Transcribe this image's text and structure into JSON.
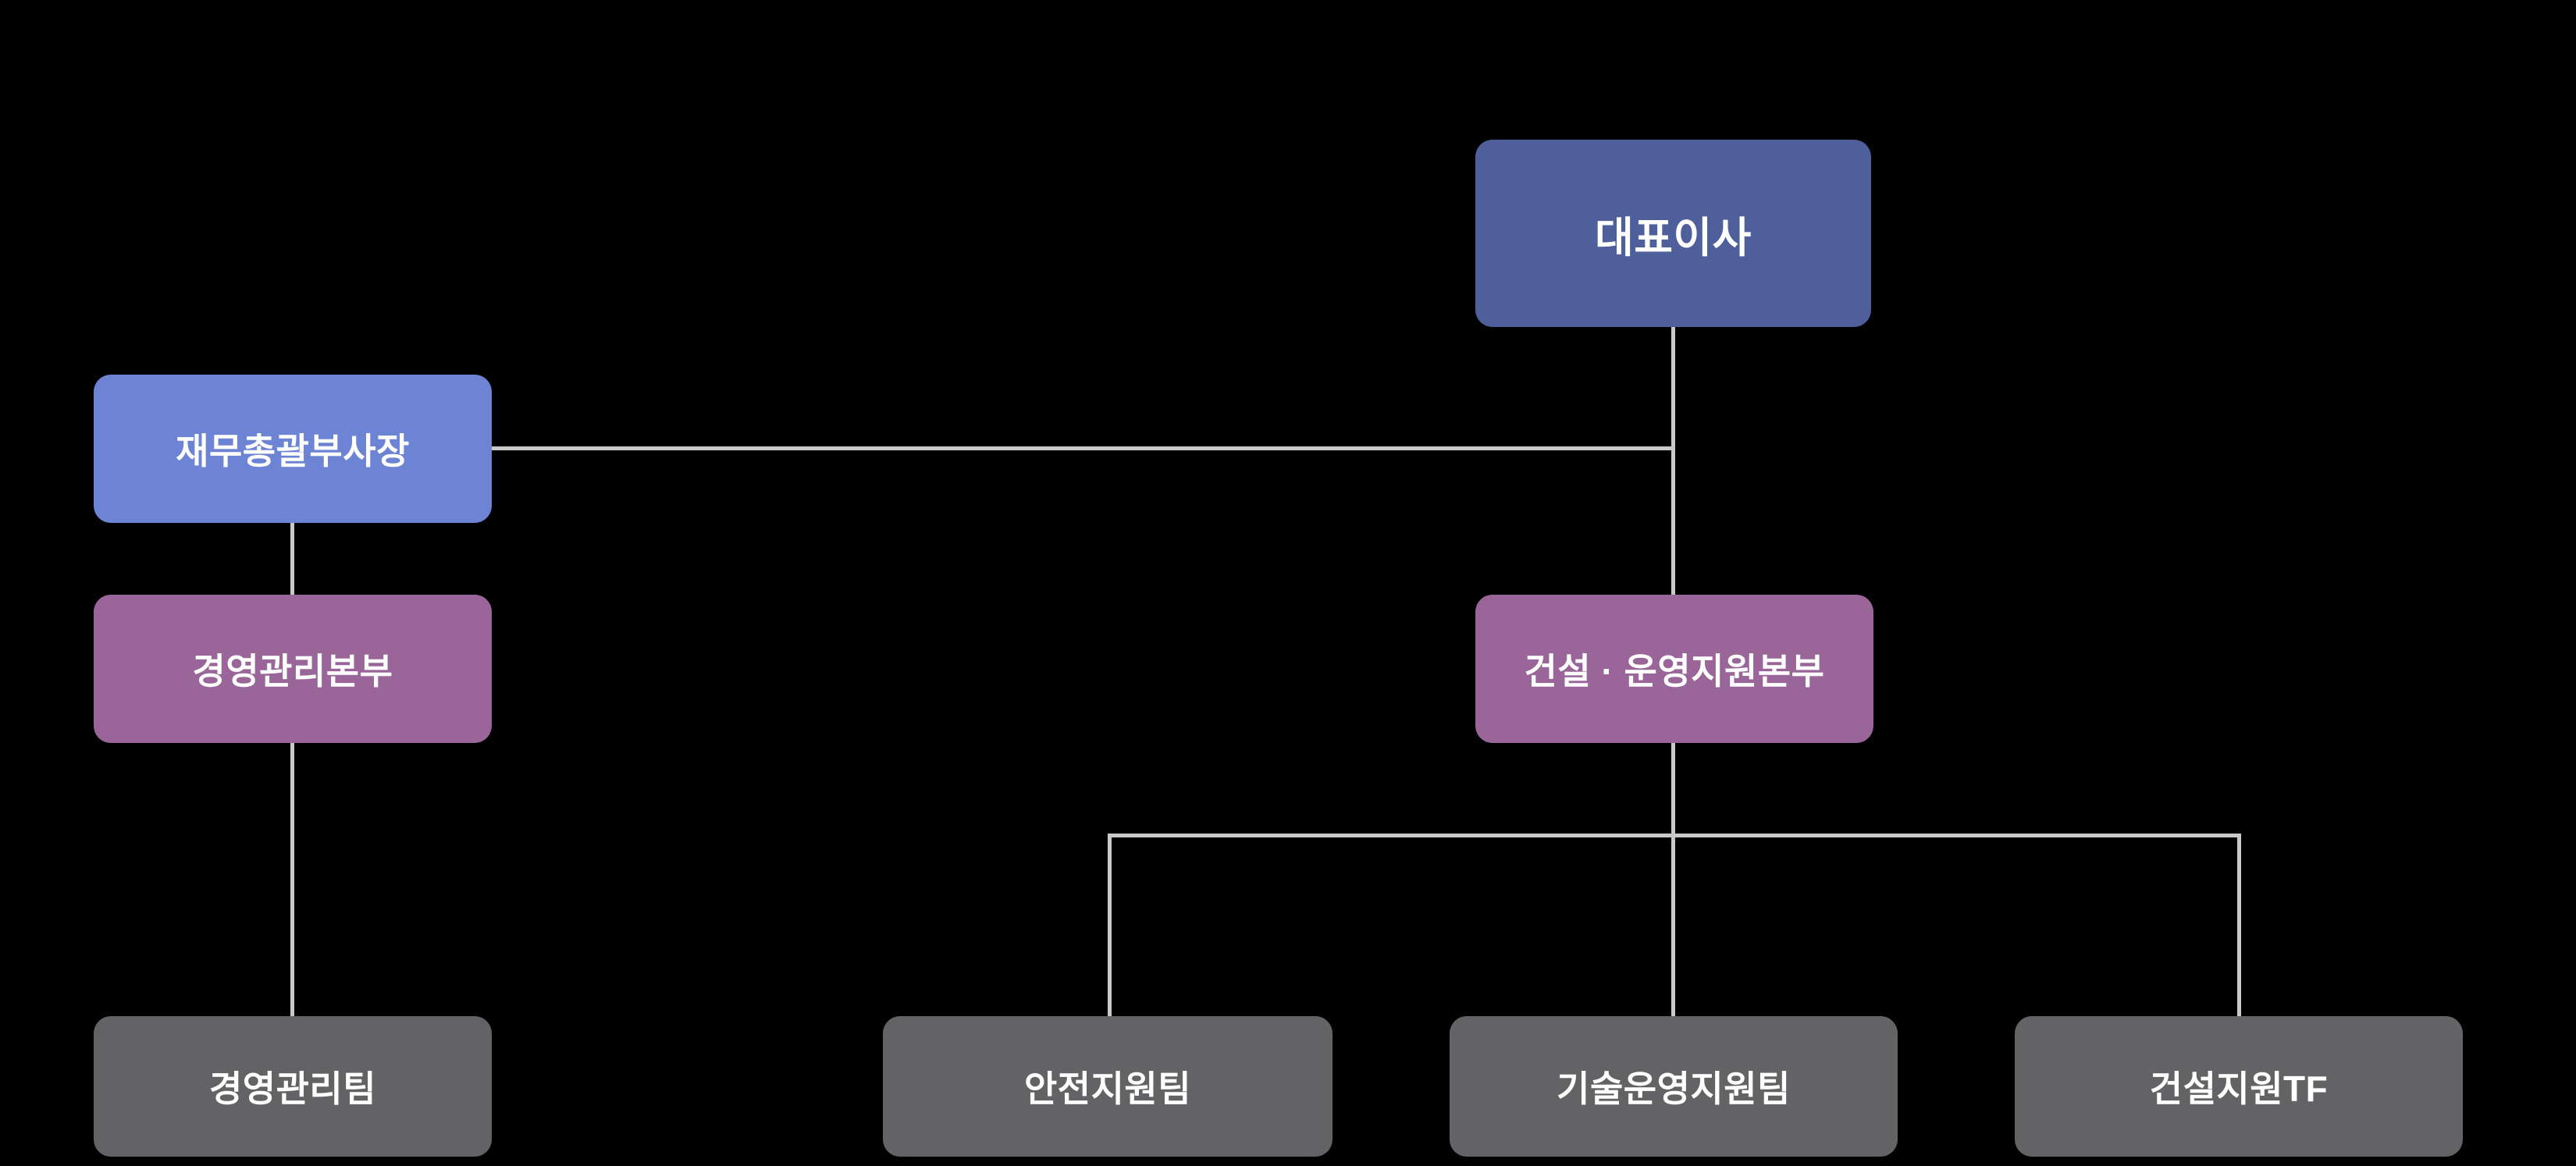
{
  "diagram": {
    "type": "org-chart",
    "background_color": "#000000",
    "connector_color": "#C9C9C9",
    "text_color": "#FFFFFF",
    "nodes": {
      "ceo": {
        "label": "대표이사",
        "color": "#4E5F9C",
        "level": 1
      },
      "cfo": {
        "label": "재무총괄부사장",
        "color": "#6D83D3",
        "level": 2
      },
      "mgmt_division": {
        "label": "경영관리본부",
        "color": "#9A6699",
        "level": 3
      },
      "construction_division": {
        "label": "건설 · 운영지원본부",
        "color": "#9A6699",
        "level": 3
      },
      "mgmt_team": {
        "label": "경영관리팀",
        "color": "#636366",
        "level": 4
      },
      "safety_team": {
        "label": "안전지원팀",
        "color": "#636366",
        "level": 4
      },
      "tech_ops_team": {
        "label": "기술운영지원팀",
        "color": "#636366",
        "level": 4
      },
      "construction_tf": {
        "label": "건설지원TF",
        "color": "#636366",
        "level": 4
      }
    },
    "edges": [
      {
        "from": "ceo",
        "to": "cfo"
      },
      {
        "from": "ceo",
        "to": "construction_division"
      },
      {
        "from": "cfo",
        "to": "mgmt_division"
      },
      {
        "from": "mgmt_division",
        "to": "mgmt_team"
      },
      {
        "from": "construction_division",
        "to": "safety_team"
      },
      {
        "from": "construction_division",
        "to": "tech_ops_team"
      },
      {
        "from": "construction_division",
        "to": "construction_tf"
      }
    ]
  }
}
